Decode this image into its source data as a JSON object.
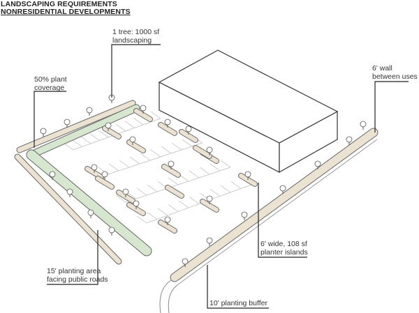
{
  "title": {
    "line1": "LANDSCAPING REQUIREMENTS",
    "line2": "NONRESIDENTIAL DEVELOPMENTS"
  },
  "labels": {
    "tree": {
      "line1": "1 tree: 1000 sf",
      "line2": "landscaping"
    },
    "coverage": {
      "line1": "50% plant",
      "line2": "coverage"
    },
    "wall": {
      "line1": "6' wall",
      "line2": "between uses"
    },
    "islands": {
      "line1": "6' wide, 108 sf",
      "line2": "planter islands"
    },
    "roads": {
      "line1": "15' planting area",
      "line2": "facing public roads"
    },
    "buffer": {
      "line1": "10' planting buffer"
    }
  },
  "colors": {
    "planting_green": "#d6e6cf",
    "planting_tan": "#ece2d2",
    "line": "#555555"
  }
}
